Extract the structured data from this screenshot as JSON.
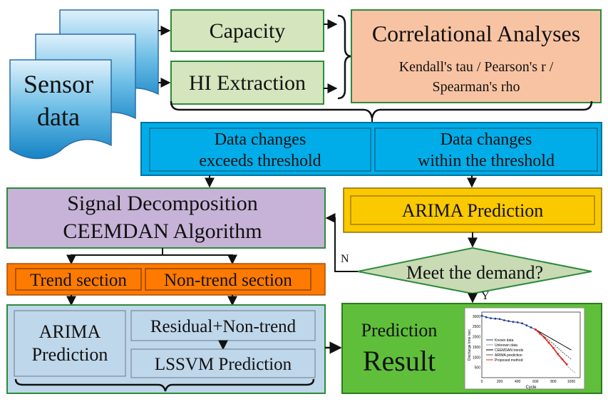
{
  "sensor": {
    "line1": "Sensor",
    "line2": "data"
  },
  "capacity": "Capacity",
  "hi_extraction": "HI Extraction",
  "correlation": {
    "title": "Correlational Analyses",
    "line1": "Kendall's tau / Pearson's r /",
    "line2": "Spearman's rho"
  },
  "exceeds": {
    "line1": "Data changes",
    "line2": "exceeds threshold"
  },
  "within": {
    "line1": "Data changes",
    "line2": "within the threshold"
  },
  "decomposition": {
    "line1": "Signal Decomposition",
    "line2": "CEEMDAN Algorithm"
  },
  "arima_top": "ARIMA Prediction",
  "decision": {
    "label": "Meet the demand?",
    "no": "N",
    "yes": "Y"
  },
  "trend": "Trend section",
  "nontrend": "Non-trend section",
  "arima_bottom": {
    "line1": "ARIMA",
    "line2": "Prediction"
  },
  "residual": "Residual+Non-trend",
  "lssvm": "LSSVM Prediction",
  "result": {
    "line1": "Prediction",
    "line2": "Result"
  },
  "colors": {
    "blue": "#00ade9",
    "green_light": "#d5e5bd",
    "salmon": "#f8c3a2",
    "purple": "#c7b3d7",
    "yellow": "#fbc900",
    "orange": "#fe7a00",
    "olive": "#c9dbb4",
    "light_blue": "#bfd7ea",
    "green": "#5fbf3a"
  },
  "chart_data": {
    "type": "line",
    "xlabel": "Cycle",
    "ylabel": "Discharge time /sec",
    "x_ticks": [
      "0",
      "200",
      "400",
      "600",
      "800",
      "1000"
    ],
    "y_ticks": [
      "500",
      "1000",
      "1500",
      "2000",
      "2500",
      "3000"
    ],
    "xlim": [
      0,
      1100
    ],
    "ylim": [
      0,
      3200
    ],
    "legend": [
      "Known data",
      "Unknown data",
      "CEEMDAN trends",
      "ARIMA prediction",
      "Proposed method"
    ],
    "series": [
      {
        "name": "Known data",
        "color": "#1f3b8c",
        "x": [
          0,
          50,
          100,
          150,
          200,
          250,
          300,
          350,
          400,
          450,
          500,
          550,
          600
        ],
        "y": [
          3020,
          2950,
          2900,
          2880,
          2860,
          2800,
          2760,
          2720,
          2700,
          2650,
          2550,
          2450,
          2350
        ]
      },
      {
        "name": "Unknown data",
        "color": "#9a9a9a",
        "x": [
          600,
          650,
          700,
          750,
          800,
          850,
          900,
          950,
          1000,
          1050
        ],
        "y": [
          2350,
          2150,
          1950,
          1700,
          1400,
          1100,
          850,
          600,
          380,
          220
        ]
      },
      {
        "name": "CEEMDAN trends",
        "color": "#000000",
        "x": [
          600,
          700,
          800,
          900,
          1000
        ],
        "y": [
          2350,
          2100,
          1850,
          1600,
          1350
        ]
      },
      {
        "name": "ARIMA prediction",
        "color": "#555555",
        "x": [
          600,
          700,
          800,
          900,
          1000
        ],
        "y": [
          2350,
          2000,
          1650,
          1250,
          900
        ]
      },
      {
        "name": "Proposed method",
        "color": "#e8231e",
        "x": [
          600,
          650,
          700,
          750,
          800,
          850,
          900,
          950
        ],
        "y": [
          2350,
          2150,
          1950,
          1700,
          1450,
          1150,
          900,
          650
        ]
      }
    ]
  }
}
